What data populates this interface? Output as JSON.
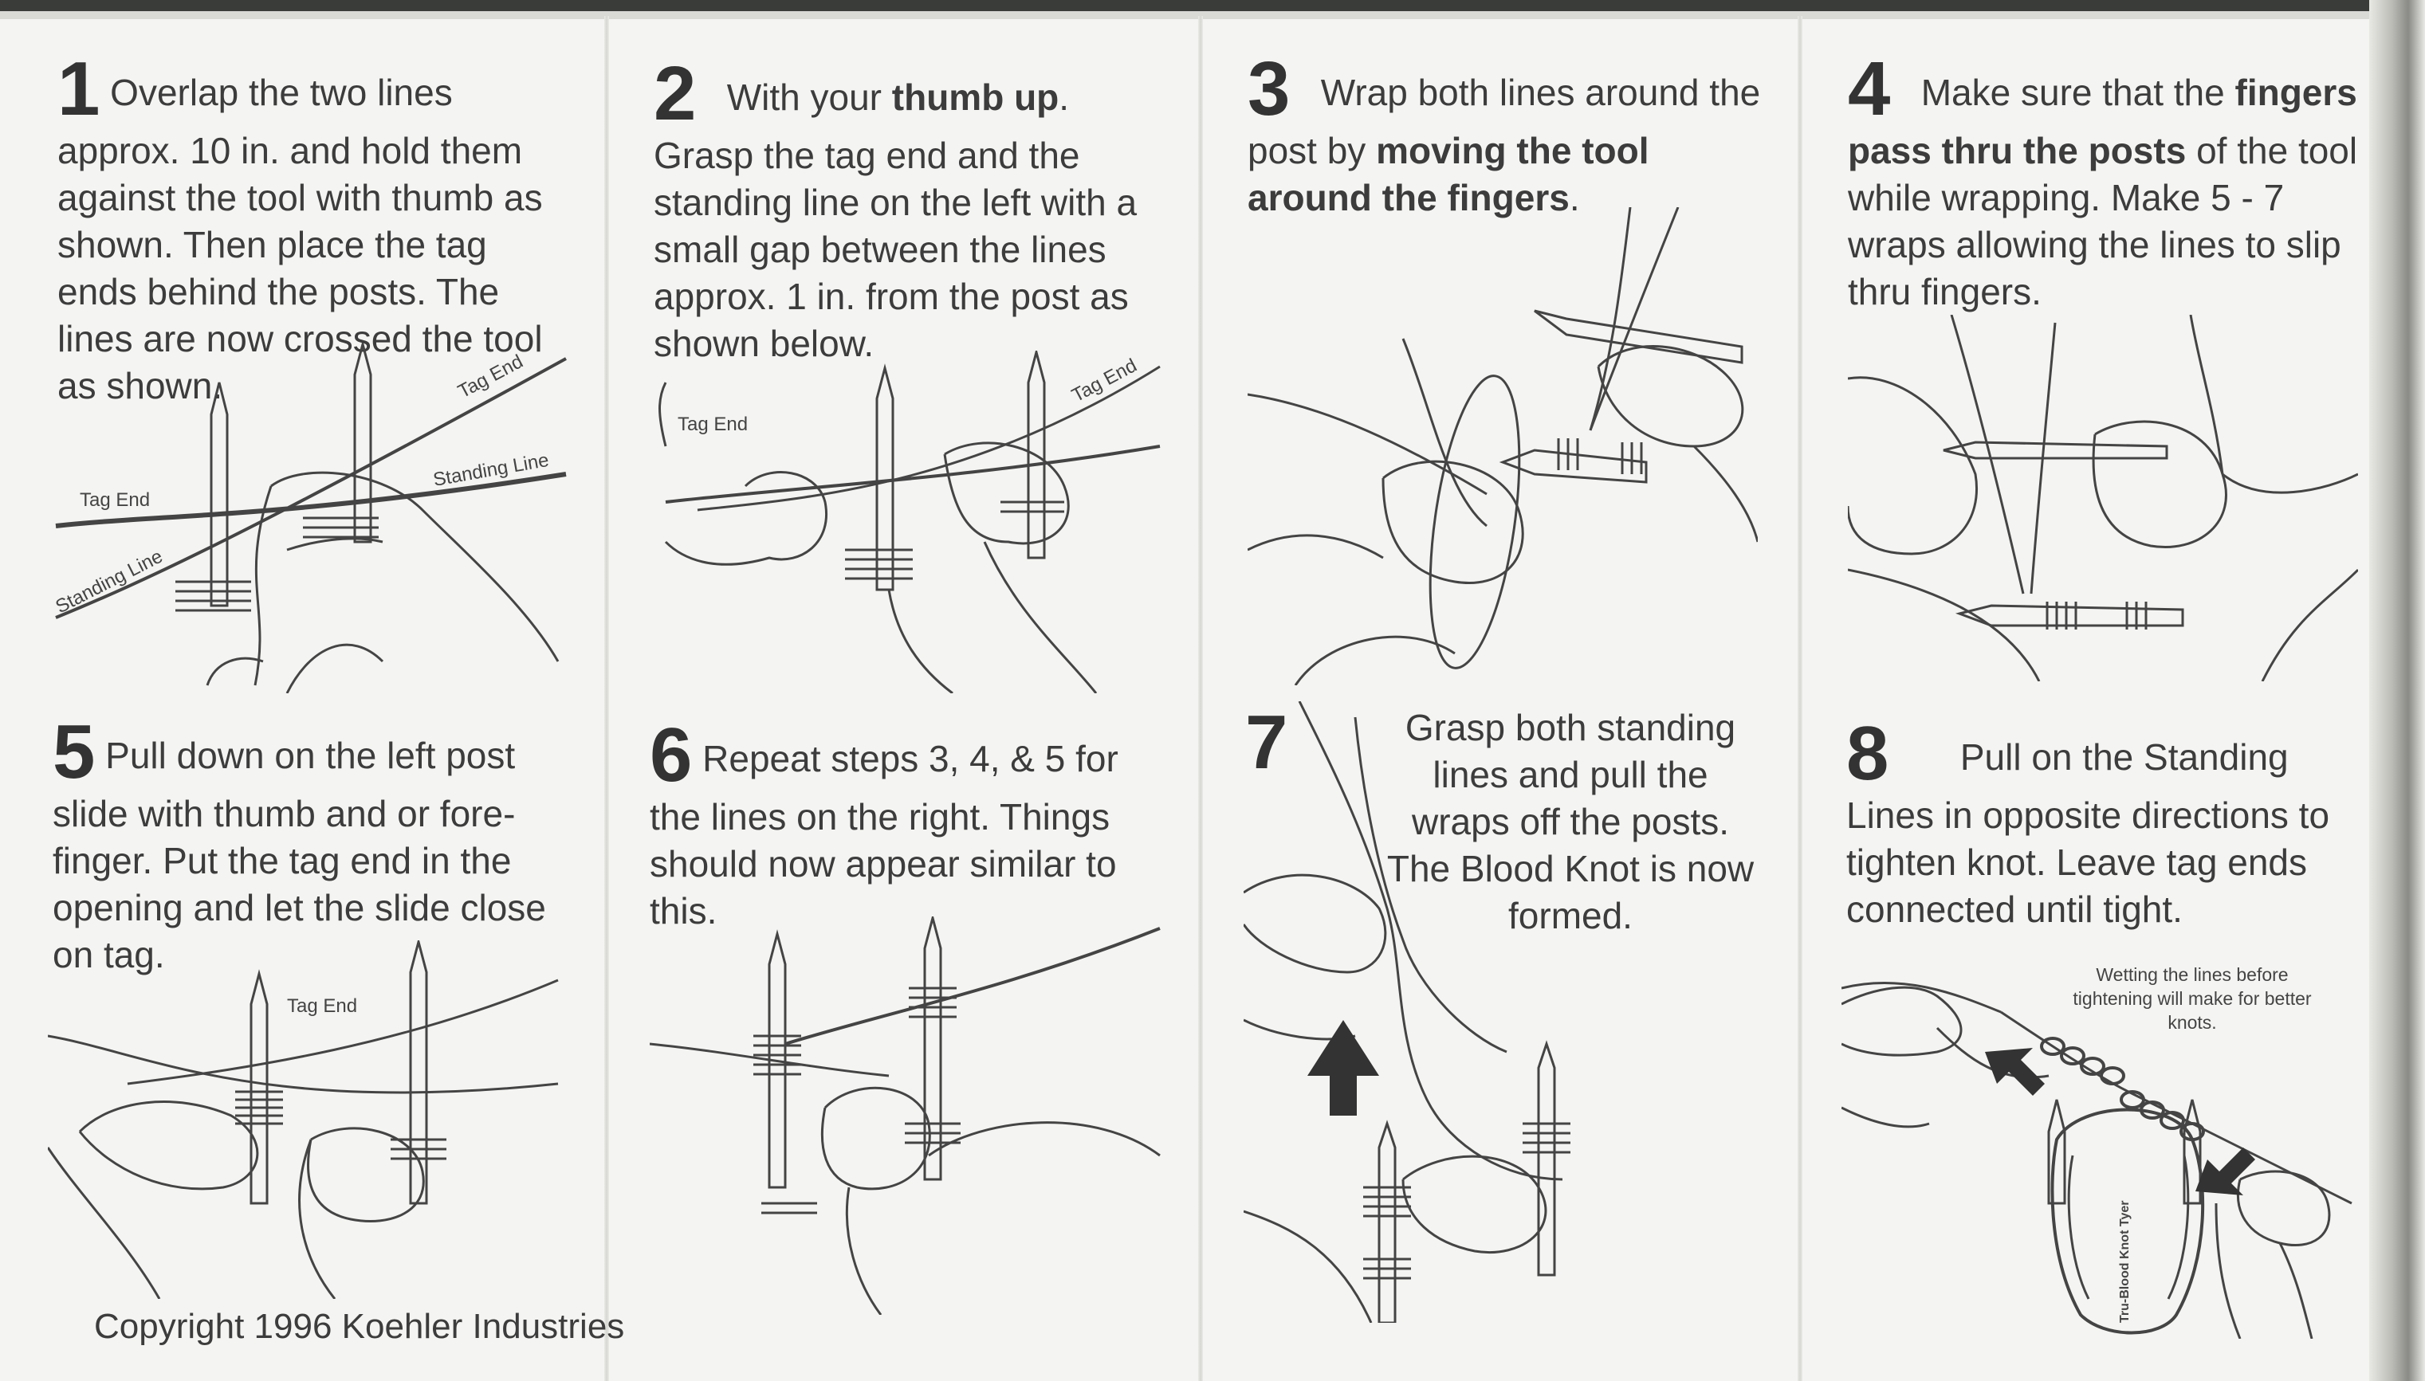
{
  "steps": [
    {
      "num": "1",
      "parts": [
        "Overlap the two lines approx. 10 in. and hold them against the tool with thumb as shown. Then place the tag ends behind the posts. The lines are now crossed the tool as shown."
      ],
      "labels": {
        "tag_end_left": "Tag End",
        "tag_end_right": "Tag End",
        "standing_line_right": "Standing Line",
        "standing_line_left": "Standing Line"
      }
    },
    {
      "num": "2",
      "parts": [
        "With your ",
        "thumb up",
        ". Grasp the tag end and the standing line on the left with a small gap between the lines approx. 1 in. from the post as shown below."
      ],
      "labels": {
        "tag_end_left": "Tag End",
        "tag_end_right": "Tag End"
      }
    },
    {
      "num": "3",
      "parts": [
        "Wrap both lines around the post by ",
        "moving the tool around the fingers",
        "."
      ]
    },
    {
      "num": "4",
      "parts": [
        "Make sure that the ",
        "fingers pass thru the posts",
        " of the tool while wrapping. Make 5 - 7 wraps allowing the lines to slip thru fingers."
      ]
    },
    {
      "num": "5",
      "parts": [
        "Pull down on the left post slide with thumb and or fore-finger. Put the tag end in the opening and let the slide close on tag."
      ],
      "labels": {
        "tag_end": "Tag End"
      }
    },
    {
      "num": "6",
      "parts": [
        "Repeat steps 3, 4, & 5 for the lines on the right. Things should now appear similar to this."
      ]
    },
    {
      "num": "7",
      "parts": [
        "Grasp both standing lines and pull the wraps off the posts. The Blood Knot is now formed."
      ]
    },
    {
      "num": "8",
      "parts": [
        "Pull on the Standing Lines in opposite directions to tighten knot. Leave tag ends connected until tight."
      ],
      "note": "Wetting the lines before tightening will make for better knots."
    }
  ],
  "tool_label": "Tru-Blood Knot Tyer",
  "copyright": "Copyright 1996   Koehler Industries",
  "colors": {
    "text": "#3c3c3c",
    "line": "#444444",
    "paper": "#f4f4f2"
  }
}
